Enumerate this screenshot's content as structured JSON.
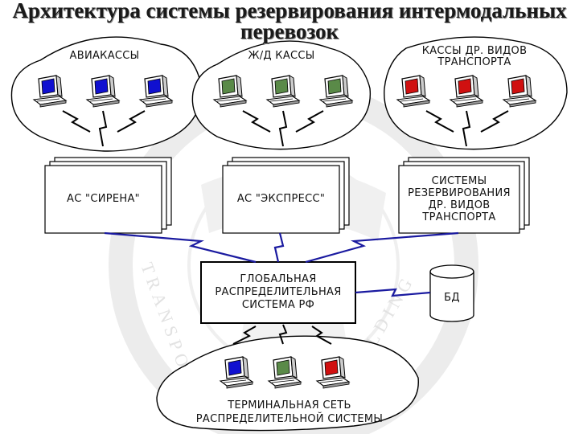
{
  "title": {
    "line1": "Архитектура системы резервирования интермодальных",
    "line2": "перевозок"
  },
  "clouds": [
    {
      "label": "АВИАКАССЫ",
      "terminal_color": "#1010d0"
    },
    {
      "label": "Ж/Д КАССЫ",
      "terminal_color": "#5a8a48"
    },
    {
      "label": "КАССЫ ДР. ВИДОВ\nТРАНСПОРТА",
      "terminal_color": "#d01010"
    }
  ],
  "systems": [
    {
      "label": "АС \"СИРЕНА\""
    },
    {
      "label": "АС \"ЭКСПРЕСС\""
    },
    {
      "label": "СИСТЕМЫ\nРЕЗЕРВИРОВАНИЯ\nДР. ВИДОВ\nТРАНСПОРТА"
    }
  ],
  "global_system": {
    "label": "ГЛОБАЛЬНАЯ\nРАСПРЕДЕЛИТЕЛЬНАЯ\nСИСТЕМА РФ"
  },
  "database": {
    "label": "БД"
  },
  "terminal_network": {
    "label": "ТЕРМИНАЛЬНАЯ СЕТЬ\nРАСПРЕДЕЛИТЕЛЬНОЙ СИСТЕМЫ",
    "terminal_colors": [
      "#1010d0",
      "#5a8a48",
      "#d01010"
    ]
  },
  "colors": {
    "link_line": "#1a1aa0",
    "outline": "#000000",
    "watermark": "#e4e4e4"
  },
  "watermark": {
    "text_left": "TRANSPORT",
    "text_right": "HOLDING"
  }
}
